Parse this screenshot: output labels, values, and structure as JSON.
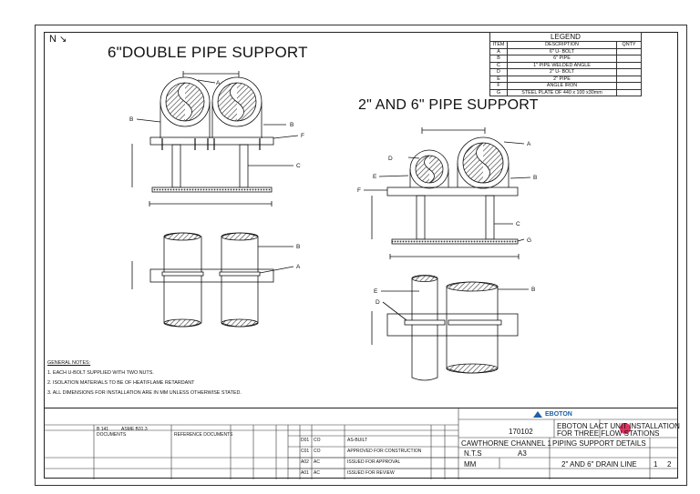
{
  "titles": {
    "left": "6\"DOUBLE PIPE SUPPORT",
    "right": "2\" AND 6\" PIPE SUPPORT",
    "north": "N"
  },
  "legend": {
    "title": "LEGEND",
    "headers": [
      "ITEM",
      "DESCRIPTION",
      "QNTY"
    ],
    "rows": [
      {
        "item": "A",
        "desc": "6\" U- BOLT",
        "qty": ""
      },
      {
        "item": "B",
        "desc": "6\" PIPE",
        "qty": ""
      },
      {
        "item": "C",
        "desc": "1\" PIPE WELDED ANGLE",
        "qty": ""
      },
      {
        "item": "D",
        "desc": "2\" U- BOLT",
        "qty": ""
      },
      {
        "item": "E",
        "desc": "2\" PIPE",
        "qty": ""
      },
      {
        "item": "F",
        "desc": "ANGLE IRON",
        "qty": ""
      },
      {
        "item": "G",
        "desc": "STEEL PLATE OF 440 x 100 x30mm",
        "qty": ""
      }
    ]
  },
  "callouts": {
    "a": "A",
    "b": "B",
    "c": "C",
    "d": "D",
    "e": "E",
    "f": "F",
    "g": "G"
  },
  "notes": {
    "heading": "GENERAL NOTES:",
    "items": [
      "1. EACH U-BOLT SUPPLIED WITH TWO NUTS.",
      "2. ISOLATION MATERIALS TO BE OF HEAT/FLAME RETARDANT",
      "3. ALL DIMENSIONS FOR INSTALLATION ARE IN MM UNLESS OTHERWISE STATED."
    ]
  },
  "title_block": {
    "ref_code": "B 141",
    "ref_std": "ASME B31.3",
    "documents_label": "DOCUMENTS",
    "ref_documents_label": "REFERENCE DOCUMENTS",
    "revisions": [
      {
        "rev": "D01",
        "code": "CO",
        "desc": "AS-BUILT"
      },
      {
        "rev": "C01",
        "code": "CO",
        "desc": "APPROVED FOR CONSTRUCTION"
      },
      {
        "rev": "A02",
        "code": "AC",
        "desc": "ISSUED FOR APPROVAL"
      },
      {
        "rev": "A01",
        "code": "AC",
        "desc": "ISSUED FOR REVIEW"
      }
    ],
    "company": "EBOTON",
    "project_no": "170102",
    "project_title_1": "EBOTON LACT UNIT INSTALLATION",
    "project_title_2": "FOR THREE FLOW STATIONS",
    "location": "CAWTHORNE CHANNEL 1",
    "drawing_title": "PIPING SUPPORT DETAILS",
    "scale": "N.T.S",
    "size": "A3",
    "units": "MM",
    "drawing_name": "2\" AND 6\" DRAIN LINE",
    "sheet_no": "1",
    "sheet_total": "2"
  },
  "colors": {
    "line": "#111111",
    "hatch": "#333333",
    "accent": "#e0315f",
    "logo_blue": "#1d5fa8"
  }
}
